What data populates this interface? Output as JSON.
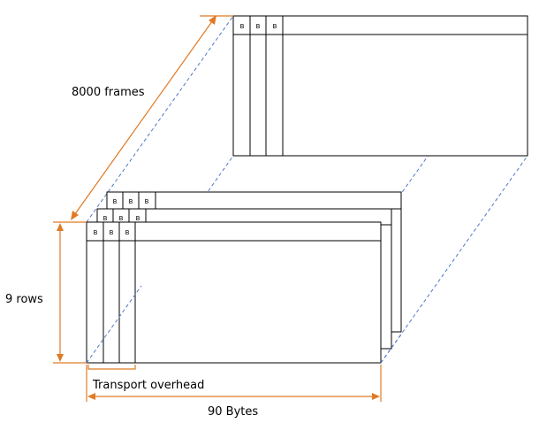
{
  "labels": {
    "frames": "8000 frames",
    "rows": "9 rows",
    "overhead": "Transport overhead",
    "bytes": "90 Bytes"
  },
  "byte_glyph": "B",
  "colors": {
    "frame_stroke": "#000000",
    "dimension": "#e07a24",
    "guide": "#4f7ac7"
  }
}
